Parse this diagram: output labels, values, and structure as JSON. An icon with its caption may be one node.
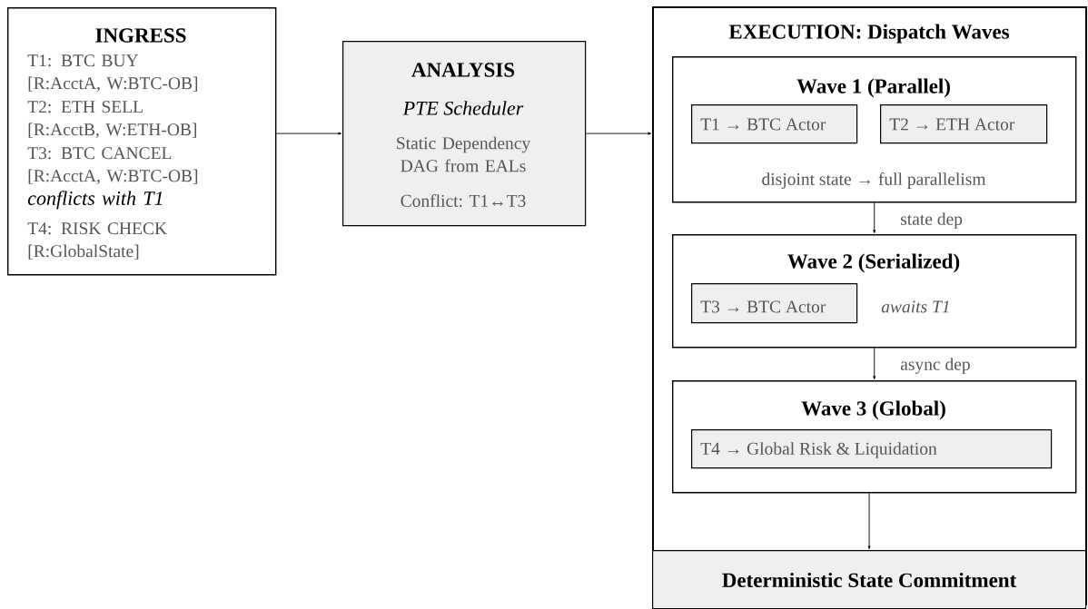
{
  "diagram": {
    "nodes": [
      {
        "text": [
          "INGRESS",
          "T1: BTC BUY [R:AcctA, W:BTC-OB]",
          "T2: ETH SELL [R:AcctB, W:ETH-OB]",
          "T3: BTC CANCEL [R:AcctA, W:BTC-OB]",
          "conflicts with T1",
          "T4: RISK CHECK [R:GlobalState]"
        ]
      },
      {
        "text": [
          "ANALYSIS",
          "PTE Scheduler",
          "Static Dependency DAG from EALs",
          "Conflict: T1↔T3"
        ]
      },
      {
        "text": [
          "EXECUTION: Dispatch Waves"
        ]
      },
      {
        "text": [
          "Wave 1 (Parallel)",
          "disjoint state → full parallelism"
        ],
        "in": 2
      },
      {
        "text": [
          "T1 → BTC Actor"
        ],
        "in": 3
      },
      {
        "text": [
          "T2 → ETH Actor"
        ],
        "in": 3
      },
      {
        "text": [
          "Wave 2 (Serialized)"
        ],
        "in": 2
      },
      {
        "text": [
          "T3 → BTC Actor"
        ],
        "in": 6,
        "beside": [
          "awaits T1"
        ]
      },
      {
        "text": [
          "Wave 3 (Global)"
        ],
        "in": 2
      },
      {
        "text": [
          "T4 → Global Risk & Liquidation"
        ],
        "in": 8
      },
      {
        "text": [
          "Deterministic State Commitment"
        ],
        "in": 2
      }
    ],
    "edges": [
      {
        "from": 0,
        "to": 1,
        "arrow": "to"
      },
      {
        "from": 1,
        "to": 2,
        "arrow": "to"
      },
      {
        "from": 3,
        "to": 6,
        "arrow": "to",
        "label": "state dep"
      },
      {
        "from": 6,
        "to": 8,
        "arrow": "to",
        "label": "async dep"
      },
      {
        "from": 8,
        "to": 10,
        "arrow": "to"
      }
    ]
  }
}
